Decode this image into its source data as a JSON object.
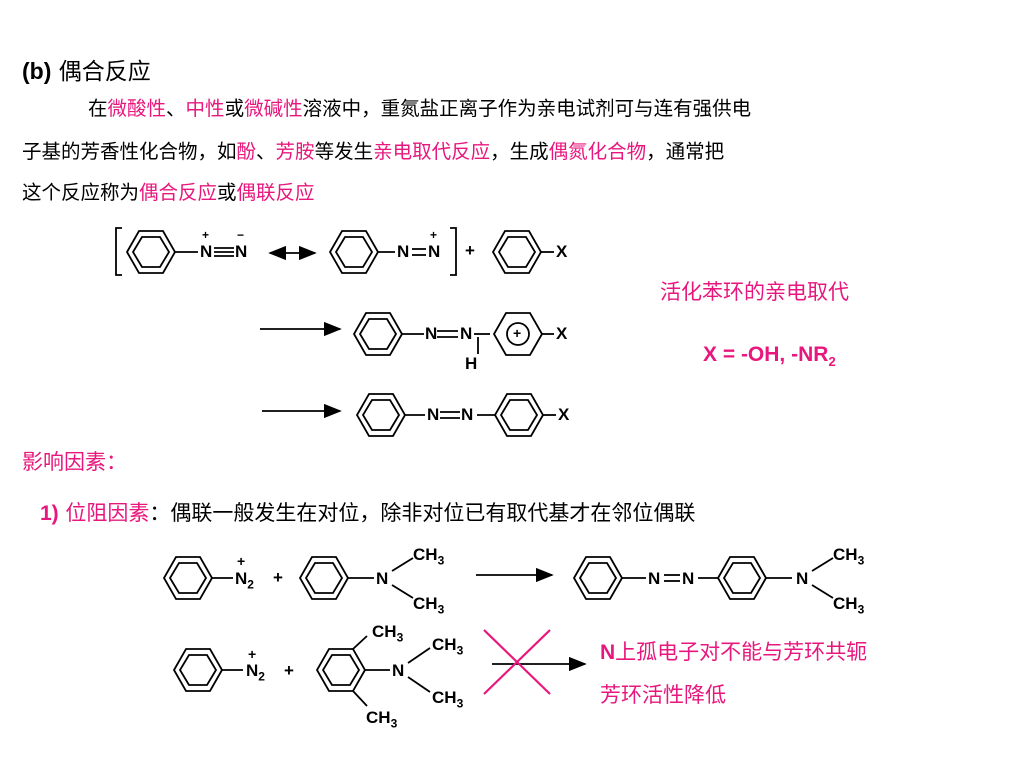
{
  "title": {
    "label": "(b)",
    "text": "偶合反应"
  },
  "intro": {
    "line1": [
      {
        "t": "在",
        "c": "black"
      },
      {
        "t": "微酸性",
        "c": "pink"
      },
      {
        "t": "、",
        "c": "black"
      },
      {
        "t": "中性",
        "c": "pink"
      },
      {
        "t": "或",
        "c": "black"
      },
      {
        "t": "微碱性",
        "c": "pink"
      },
      {
        "t": "溶液中，重氮盐正离子作为亲电试剂可与连有强供电",
        "c": "black"
      }
    ],
    "line2": [
      {
        "t": "子基的芳香性化合物，如",
        "c": "black"
      },
      {
        "t": "酚",
        "c": "pink"
      },
      {
        "t": "、",
        "c": "black"
      },
      {
        "t": "芳胺",
        "c": "pink"
      },
      {
        "t": "等发生",
        "c": "black"
      },
      {
        "t": "亲电取代反应",
        "c": "pink"
      },
      {
        "t": "，生成",
        "c": "black"
      },
      {
        "t": "偶氮化合物",
        "c": "pink"
      },
      {
        "t": "，通常把",
        "c": "black"
      }
    ],
    "line3": [
      {
        "t": "这个反应称为",
        "c": "black"
      },
      {
        "t": "偶合反应",
        "c": "pink"
      },
      {
        "t": "或",
        "c": "black"
      },
      {
        "t": "偶联反应",
        "c": "pink"
      }
    ]
  },
  "mechanism": {
    "n": "N",
    "x": "X",
    "h": "H",
    "plus": "+",
    "minus": "−",
    "side_label": "活化苯环的亲电取代",
    "x_def": "X = -OH, -NR",
    "x_def_sub": "2"
  },
  "factors": {
    "heading": "影响因素：",
    "item1_num": "1)",
    "item1_label": "位阻因素",
    "item1_text": "：偶联一般发生在对位，除非对位已有取代基才在邻位偶联"
  },
  "example": {
    "n2": "N",
    "n2_sub": "2",
    "plus": "+",
    "amine_n": "N",
    "ch3": "CH",
    "ch3_sub": "3",
    "azo": "N",
    "note_bold": "N",
    "note_line1": "上孤电子对不能与芳环共轭",
    "note_line2": "芳环活性降低"
  }
}
